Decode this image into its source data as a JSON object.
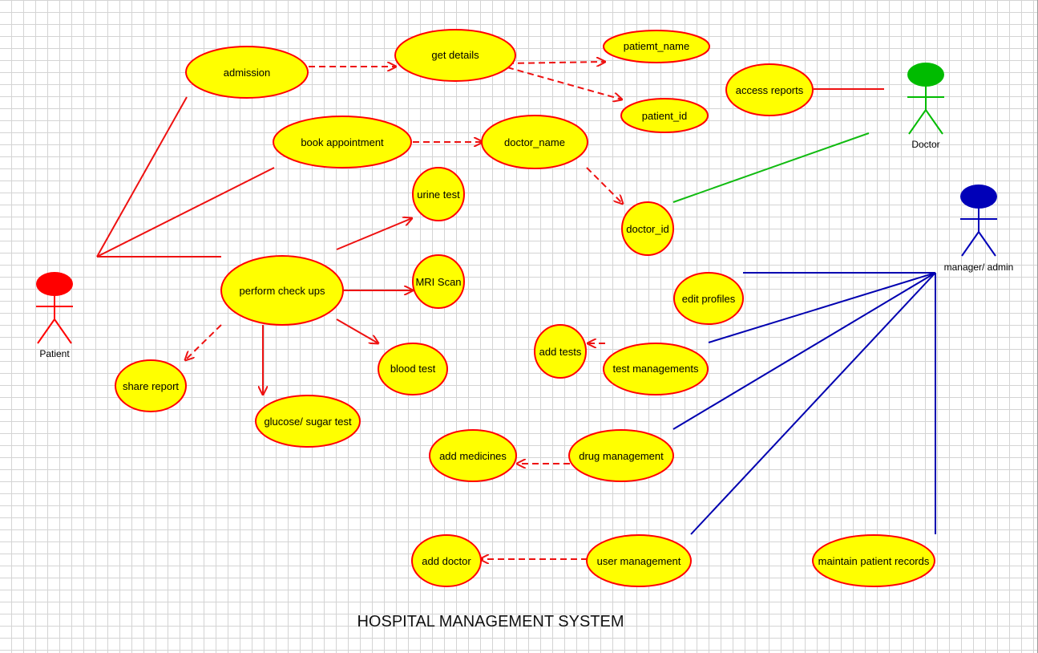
{
  "diagram": {
    "title": "HOSPITAL MANAGEMENT SYSTEM",
    "colors": {
      "usecase_fill": "#ffff00",
      "usecase_stroke": "#ff0000",
      "patient": "#ff0000",
      "doctor": "#00bb00",
      "admin": "#0000b8",
      "relation_red": "#ee1111",
      "relation_green": "#11bb11",
      "relation_blue": "#0000b0"
    },
    "actors": {
      "patient": "Patient",
      "doctor": "Doctor",
      "admin": "manager/ admin"
    },
    "use_cases": {
      "admission": "admission",
      "get_details": "get details",
      "patient_name": "patiemt_name",
      "patient_id": "patient_id",
      "access_reports": "access reports",
      "book_appointment": "book appointment",
      "doctor_name": "doctor_name",
      "doctor_id": "doctor_id",
      "urine_test": "urine test",
      "mri_scan": "MRI Scan",
      "perform_check_ups": "perform check ups",
      "blood_test": "blood test",
      "share_report": "share report",
      "glucose_test": "glucose/ sugar test",
      "edit_profiles": "edit profiles",
      "add_tests": "add tests",
      "test_managements": "test managements",
      "add_medicines": "add medicines",
      "drug_management": "drug management",
      "add_doctor": "add doctor",
      "user_management": "user management",
      "maintain_patient_records": "maintain patient records"
    }
  }
}
